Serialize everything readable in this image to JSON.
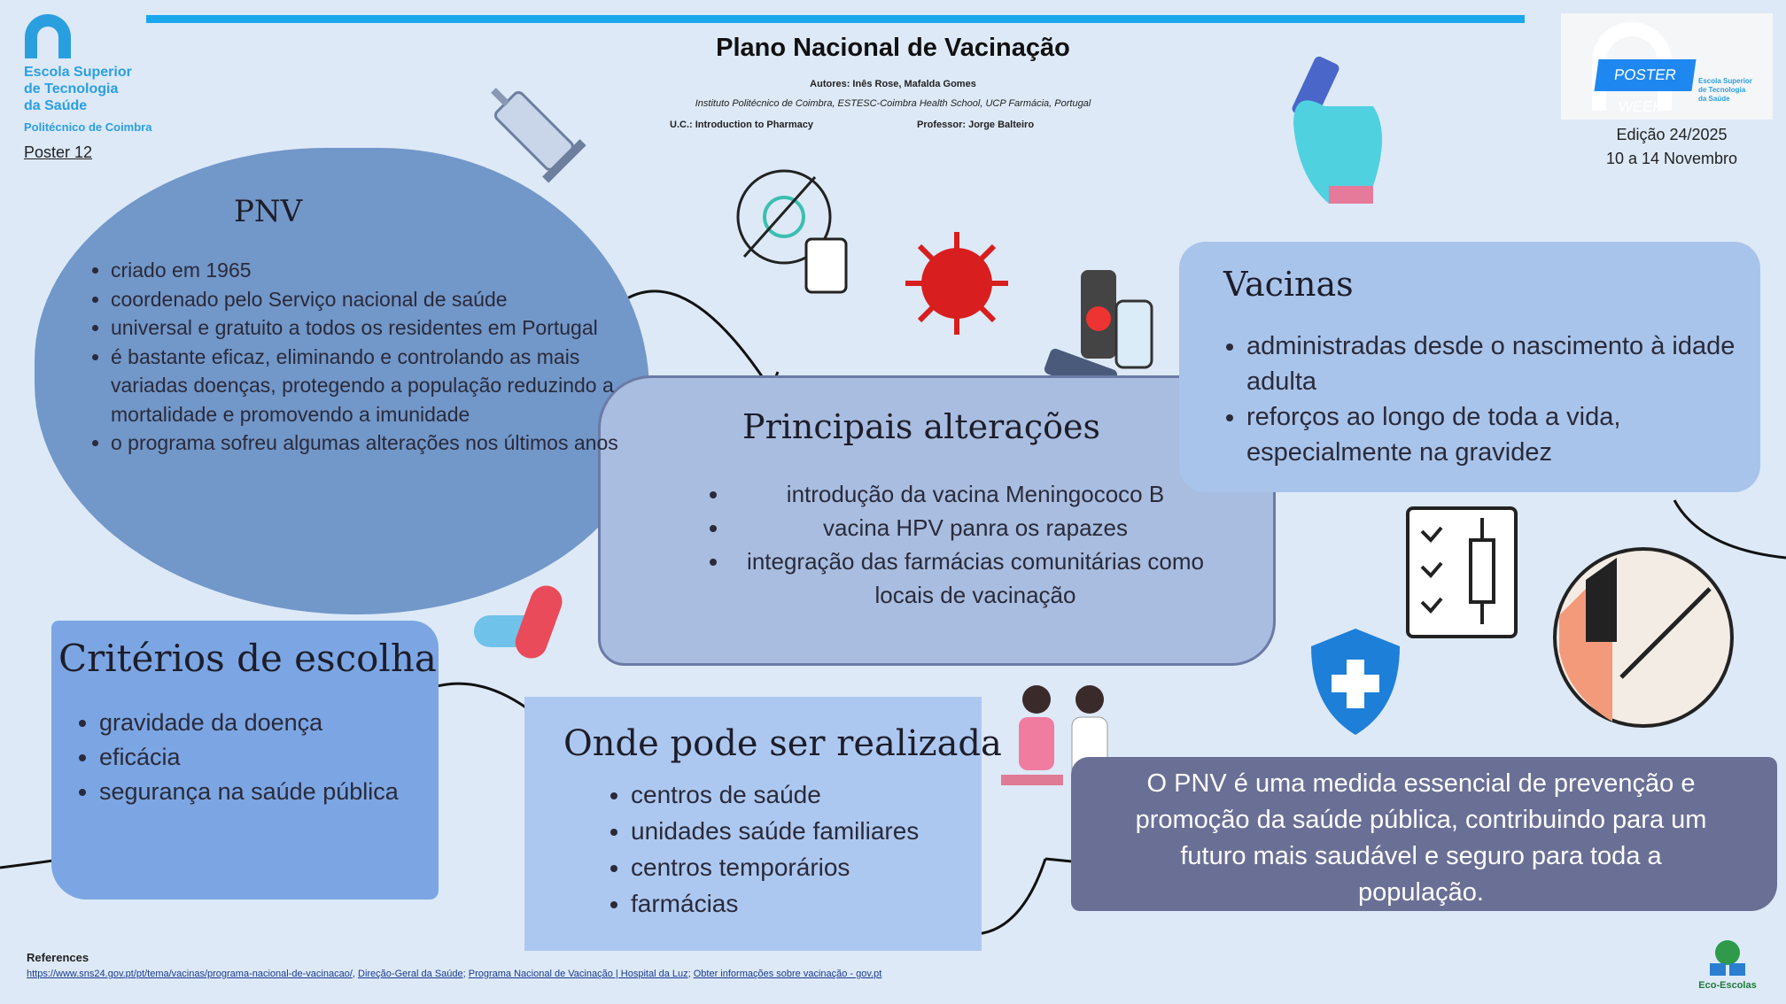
{
  "header": {
    "title": "Plano Nacional de Vacinação",
    "authors": "Autores:  Inês Rose, Mafalda Gomes",
    "institution": "Instituto Politécnico de Coimbra, ESTESC-Coimbra Health School, UCP Farmácia, Portugal",
    "uc": "U.C.: Introduction to Pharmacy",
    "professor": "Professor: Jorge Balteiro"
  },
  "logo": {
    "line1": "Escola Superior",
    "line2": "de Tecnologia",
    "line3": "da Saúde",
    "sub": "Politécnico de Coimbra"
  },
  "poster_number": "Poster 12",
  "poster_week": {
    "band": "POSTER WEEK",
    "school1": "Escola Superior",
    "school2": "de Tecnologia",
    "school3": "da Saúde",
    "edition": "Edição 24/2025",
    "dates": "10 a 14 Novembro"
  },
  "pnv": {
    "title": "PNV",
    "items": [
      "criado em 1965",
      "coordenado pelo Serviço nacional de saúde",
      "universal e gratuito a todos os residentes em Portugal",
      "é bastante eficaz, eliminando e controlando as mais variadas doenças, protegendo a população reduzindo a mortalidade e promovendo a imunidade",
      "o programa sofreu algumas alterações nos últimos anos"
    ]
  },
  "principais": {
    "title": "Principais alterações",
    "items": [
      "introdução da vacina Meningococo B",
      "vacina HPV panra os rapazes",
      "integração das farmácias comunitárias como locais de vacinação"
    ]
  },
  "vacinas": {
    "title": "Vacinas",
    "items": [
      "administradas desde o nascimento à idade adulta",
      "reforços ao longo de toda a vida, especialmente na gravidez"
    ]
  },
  "criterios": {
    "title": "Critérios de escolha",
    "items": [
      "gravidade da doença",
      "eficácia",
      "segurança na saúde pública"
    ]
  },
  "onde": {
    "title": "Onde pode ser realizada",
    "items": [
      "centros de saúde",
      "unidades saúde familiares",
      "centros temporários",
      "farmácias"
    ]
  },
  "conclusion": "O PNV é uma medida essencial de prevenção e promoção da saúde pública, contribuindo para um futuro mais saudável e seguro para toda a população.",
  "references": {
    "heading": "References",
    "links": [
      "https://www.sns24.gov.pt/pt/tema/vacinas/programa-nacional-de-vacinacao/",
      "Direção-Geral da Saúde",
      "Programa Nacional de Vacinação | Hospital da Luz",
      "Obter informações sobre vacinação - gov.pt"
    ]
  },
  "eco": "Eco-Escolas"
}
